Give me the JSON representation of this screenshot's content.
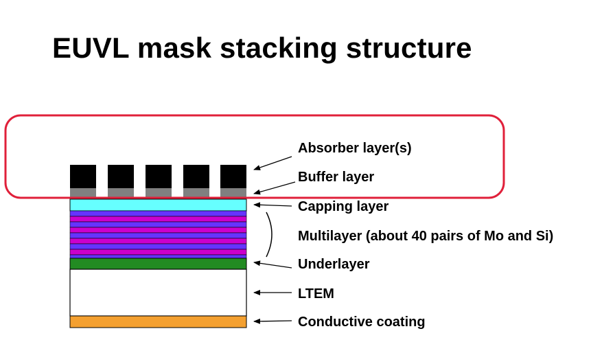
{
  "title": "EUVL mask stacking structure",
  "labels": {
    "absorber": "Absorber layer(s)",
    "buffer": "Buffer layer",
    "capping": "Capping layer",
    "multilayer": "Multilayer (about 40 pairs of Mo and Si)",
    "underlayer": "Underlayer",
    "ltem": "LTEM",
    "conductive": "Conductive coating"
  },
  "colors": {
    "absorber": "#000000",
    "buffer": "#808080",
    "capping": "#66ffff",
    "multilayer_a": "#6633ff",
    "multilayer_b": "#cc00cc",
    "underlayer": "#228b22",
    "ltem": "#ffffff",
    "conductive": "#f4a030",
    "highlight": "#e0203a"
  }
}
